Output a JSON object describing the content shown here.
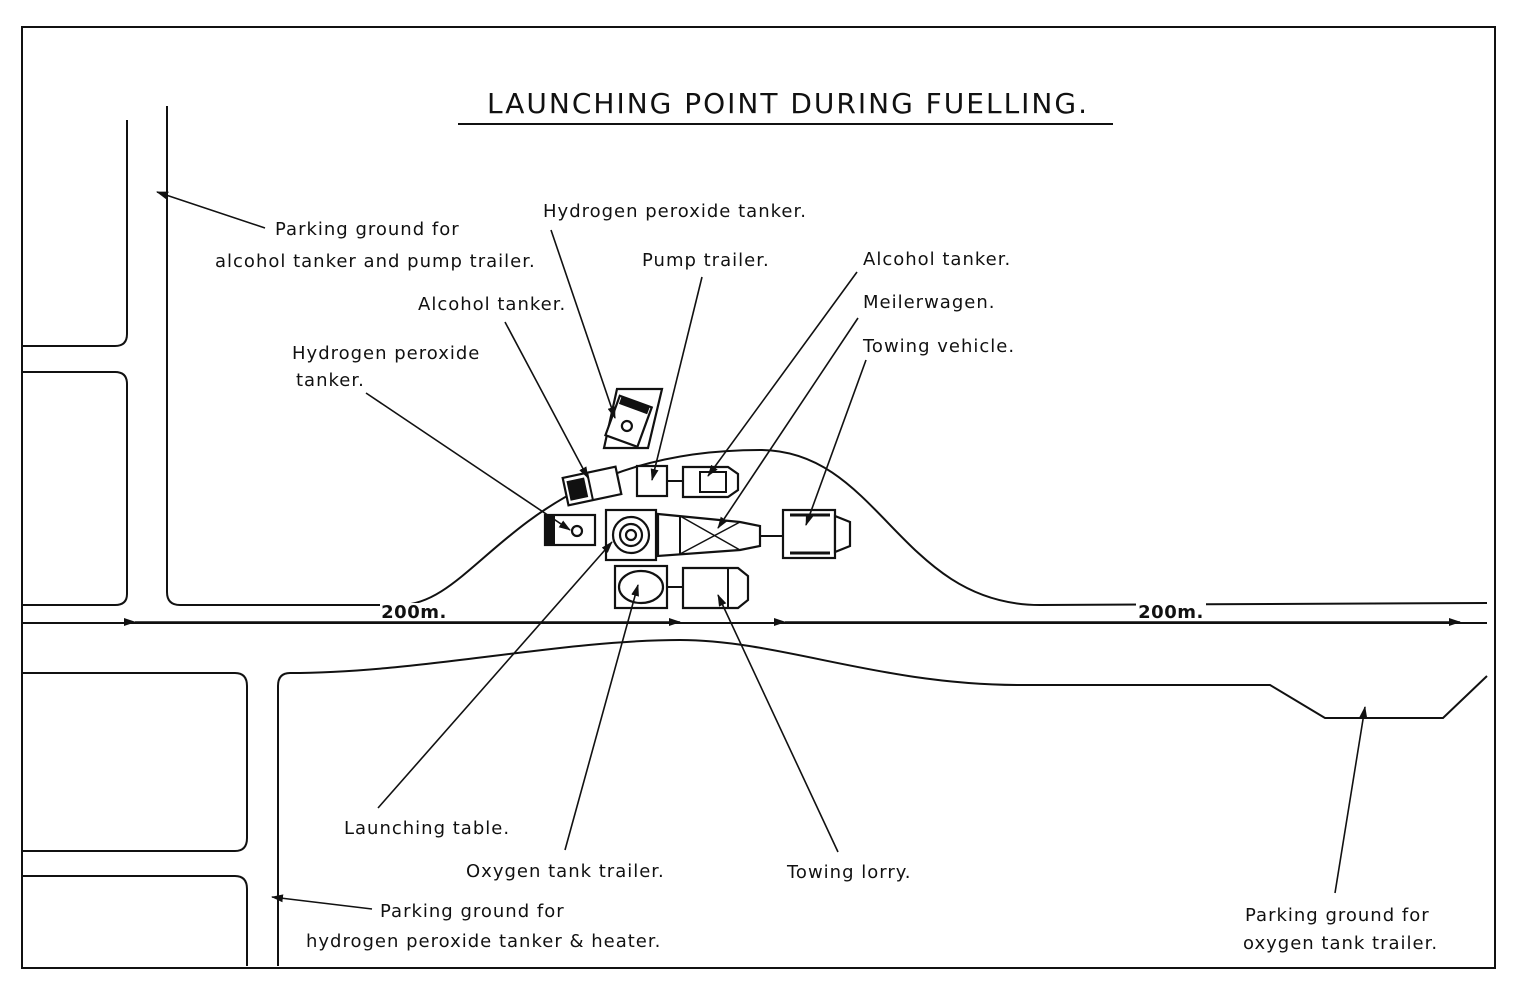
{
  "title": "LAUNCHING POINT DURING FUELLING.",
  "distances": {
    "left": "200m.",
    "right": "200m."
  },
  "labels": {
    "parking_alcohol_1": "Parking ground for",
    "parking_alcohol_2": "alcohol tanker and pump trailer.",
    "h2o2_tanker_top": "Hydrogen peroxide tanker.",
    "pump_trailer": "Pump trailer.",
    "alcohol_tanker_right": "Alcohol tanker.",
    "meilerwagen": "Meilerwagen.",
    "towing_vehicle": "Towing vehicle.",
    "alcohol_tanker_left": "Alcohol tanker.",
    "h2o2_tanker_left_1": "Hydrogen peroxide",
    "h2o2_tanker_left_2": "tanker.",
    "launching_table": "Launching table.",
    "oxygen_tank_trailer": "Oxygen tank trailer.",
    "towing_lorry": "Towing lorry.",
    "parking_h2o2_1": "Parking ground for",
    "parking_h2o2_2": "hydrogen peroxide tanker & heater.",
    "parking_oxygen_1": "Parking ground for",
    "parking_oxygen_2": "oxygen tank trailer."
  }
}
